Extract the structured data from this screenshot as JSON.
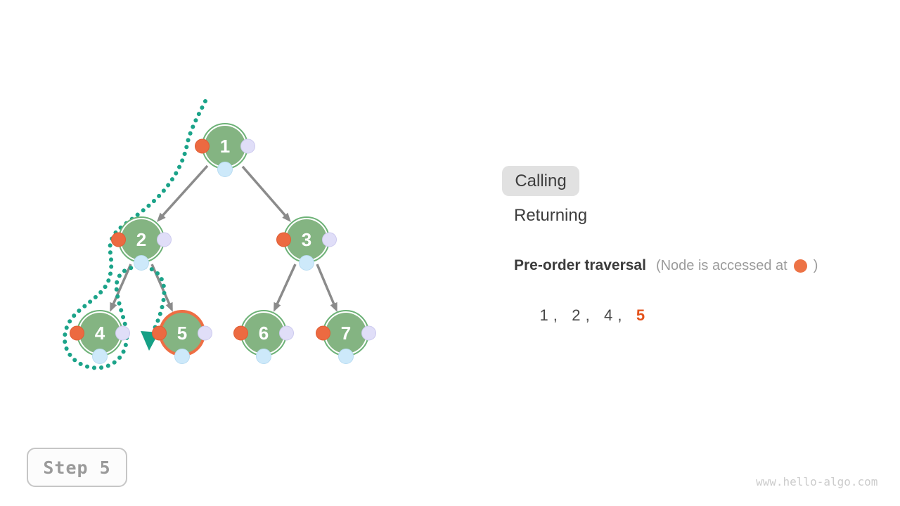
{
  "tree": {
    "nodes": [
      {
        "value": "1",
        "highlighted": false
      },
      {
        "value": "2",
        "highlighted": false
      },
      {
        "value": "3",
        "highlighted": false
      },
      {
        "value": "4",
        "highlighted": false
      },
      {
        "value": "5",
        "highlighted": true
      },
      {
        "value": "6",
        "highlighted": false
      },
      {
        "value": "7",
        "highlighted": false
      }
    ],
    "edges": [
      "1-2",
      "1-3",
      "2-4",
      "2-5",
      "3-6",
      "3-7"
    ]
  },
  "legend": {
    "calling_label": "Calling",
    "returning_label": "Returning",
    "active_state": "Calling"
  },
  "traversal": {
    "title": "Pre-order traversal",
    "note_open": "(Node is accessed at",
    "note_close": ")",
    "sequence": [
      "1",
      "2",
      "4",
      "5"
    ],
    "sequence_display_prefix": "1 ,   2 ,   4 ,   ",
    "sequence_current": "5"
  },
  "step": {
    "label": "Step 5"
  },
  "footer": {
    "url": "www.hello-algo.com"
  },
  "colors": {
    "node_green": "#84b482",
    "ring_green": "#6db277",
    "highlight_orange": "#ee6e44",
    "access_dot_orange": "#ec6a41",
    "postorder_dot_lavender": "#e0def8",
    "inorder_dot_blue": "#cde9fa",
    "path_teal": "#1ba389",
    "cursor_teal": "#16a085",
    "edge_gray": "#8b8b8b",
    "sequence_current_orange": "#e4521b"
  }
}
